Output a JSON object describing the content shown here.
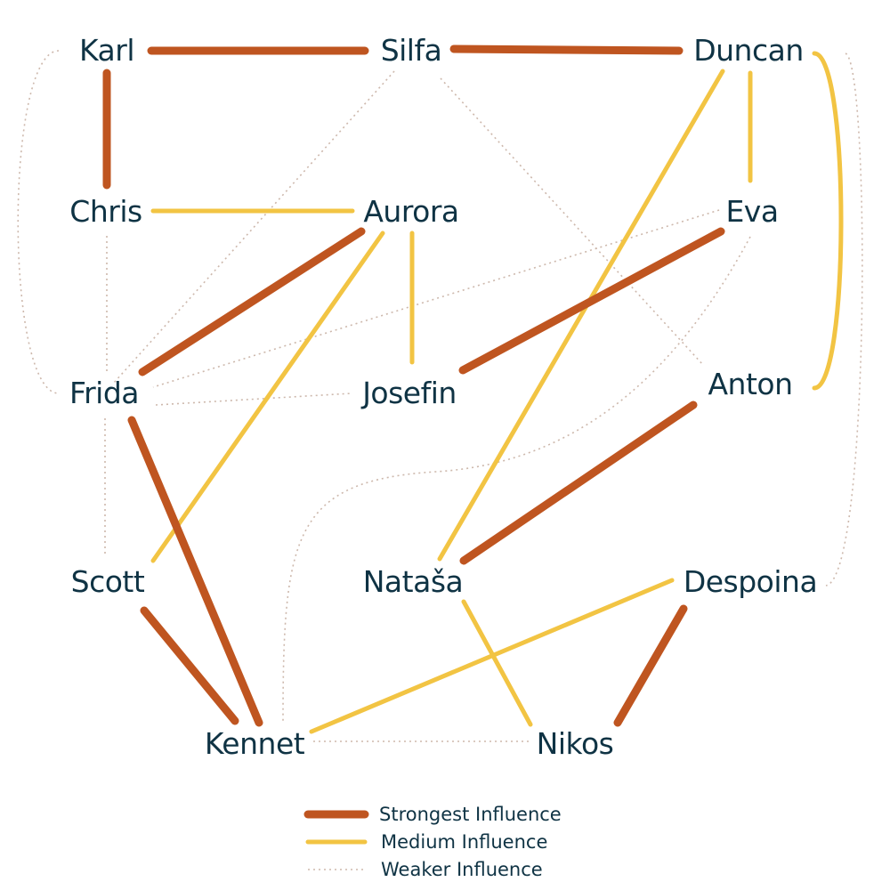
{
  "colors": {
    "strong": "#bf5520",
    "medium": "#f2c443",
    "weak": "#cdb8ac",
    "node_text": "#0f3344",
    "legend_text": "#0f3344"
  },
  "nodes": {
    "karl": "Karl",
    "silfa": "Silfa",
    "duncan": "Duncan",
    "chris": "Chris",
    "aurora": "Aurora",
    "eva": "Eva",
    "frida": "Frida",
    "josefin": "Josefin",
    "anton": "Anton",
    "scott": "Scott",
    "natasa": "Nataša",
    "despoina": "Despoina",
    "kennet": "Kennet",
    "nikos": "Nikos"
  },
  "edges": [
    {
      "from": "Karl",
      "to": "Silfa",
      "strength": "strong"
    },
    {
      "from": "Silfa",
      "to": "Duncan",
      "strength": "strong"
    },
    {
      "from": "Karl",
      "to": "Chris",
      "strength": "strong"
    },
    {
      "from": "Aurora",
      "to": "Frida",
      "strength": "strong"
    },
    {
      "from": "Eva",
      "to": "Josefin",
      "strength": "strong"
    },
    {
      "from": "Frida",
      "to": "Kennet",
      "strength": "strong"
    },
    {
      "from": "Scott",
      "to": "Kennet",
      "strength": "strong"
    },
    {
      "from": "Anton",
      "to": "Nataša",
      "strength": "strong"
    },
    {
      "from": "Despoina",
      "to": "Nikos",
      "strength": "strong"
    },
    {
      "from": "Chris",
      "to": "Aurora",
      "strength": "medium"
    },
    {
      "from": "Duncan",
      "to": "Eva",
      "strength": "medium"
    },
    {
      "from": "Duncan",
      "to": "Anton",
      "strength": "medium"
    },
    {
      "from": "Duncan",
      "to": "Nataša",
      "strength": "medium"
    },
    {
      "from": "Aurora",
      "to": "Josefin",
      "strength": "medium"
    },
    {
      "from": "Aurora",
      "to": "Scott",
      "strength": "medium"
    },
    {
      "from": "Nataša",
      "to": "Nikos",
      "strength": "medium"
    },
    {
      "from": "Despoina",
      "to": "Kennet",
      "strength": "medium"
    },
    {
      "from": "Karl",
      "to": "Frida",
      "strength": "weak"
    },
    {
      "from": "Silfa",
      "to": "Frida",
      "strength": "weak"
    },
    {
      "from": "Silfa",
      "to": "Anton",
      "strength": "weak"
    },
    {
      "from": "Chris",
      "to": "Scott",
      "strength": "weak"
    },
    {
      "from": "Eva",
      "to": "Frida",
      "strength": "weak"
    },
    {
      "from": "Frida",
      "to": "Josefin",
      "strength": "weak"
    },
    {
      "from": "Eva",
      "to": "Kennet",
      "strength": "weak"
    },
    {
      "from": "Duncan",
      "to": "Despoina",
      "strength": "weak"
    },
    {
      "from": "Kennet",
      "to": "Nikos",
      "strength": "weak"
    }
  ],
  "legend": {
    "strong": "Strongest Influence",
    "medium": "Medium Influence",
    "weak": "Weaker Influence"
  }
}
